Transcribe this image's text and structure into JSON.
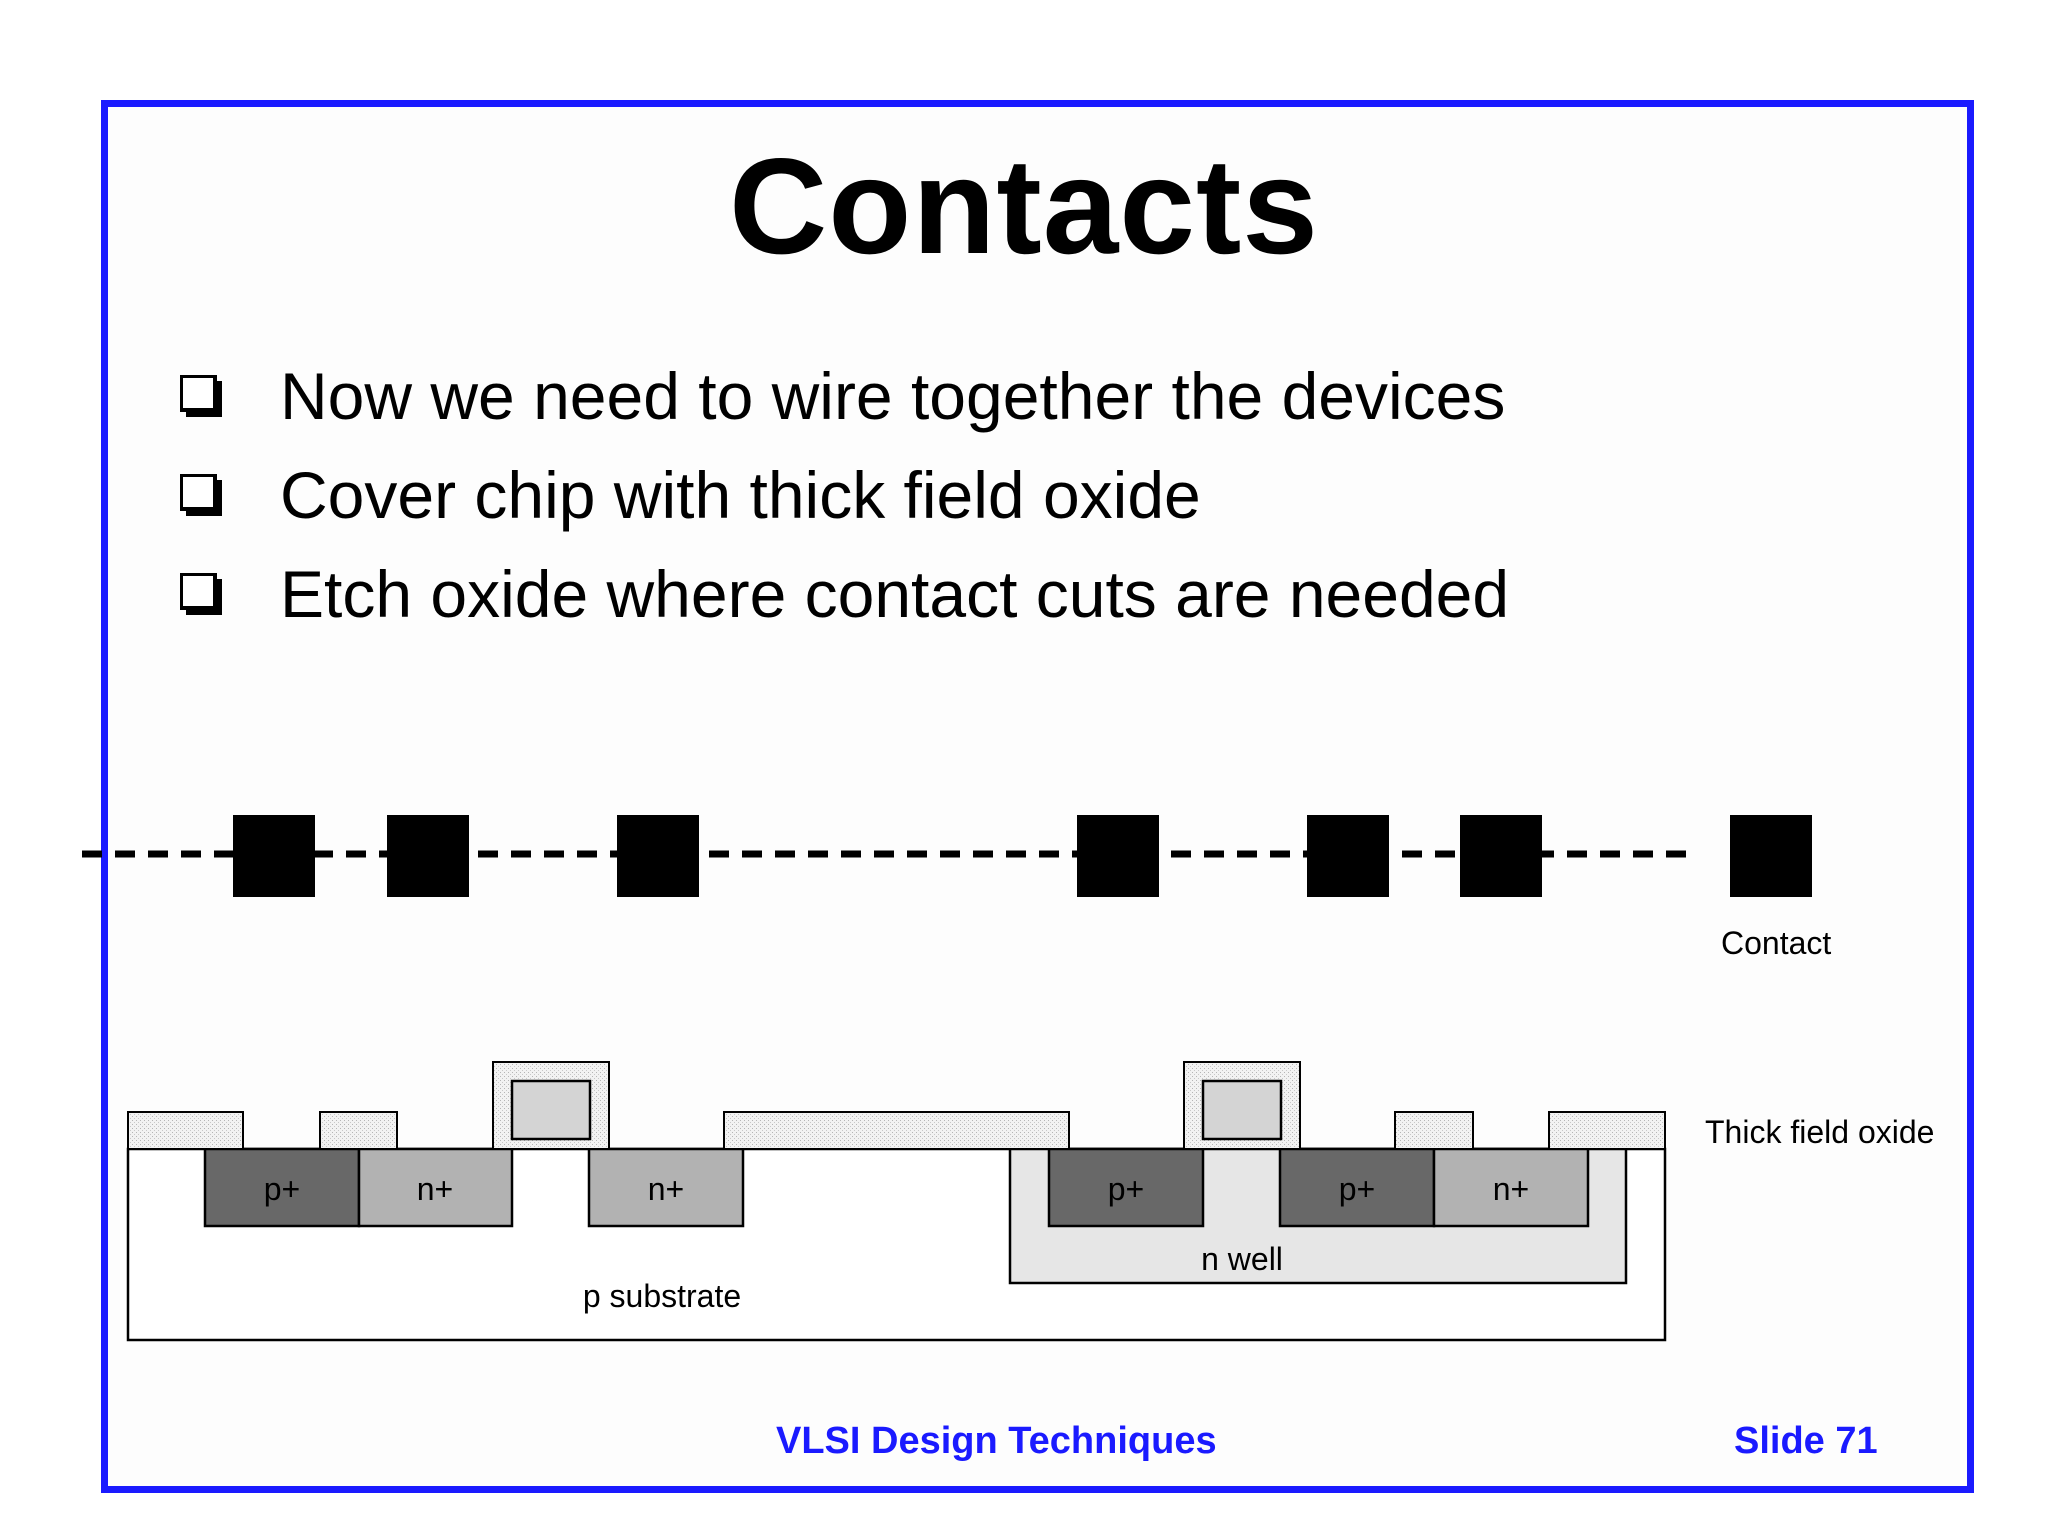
{
  "slide": {
    "title": "Contacts",
    "bullets": [
      "Now we need to wire together the devices",
      "Cover chip with thick field oxide",
      "Etch oxide where contact cuts are needed"
    ],
    "footer_center": "VLSI Design Techniques",
    "footer_right": "Slide 71"
  },
  "diagram": {
    "contact_legend": "Contact",
    "oxide_legend": "Thick field oxide",
    "substrate": "p substrate",
    "well": "n well",
    "diffusions": [
      "p+",
      "n+",
      "n+",
      "p+",
      "p+",
      "n+"
    ]
  },
  "colors": {
    "border": "#1a1aff",
    "footer": "#1a1aff",
    "p_plus": "#686868",
    "n_plus": "#b2b2b2",
    "n_well": "#e6e6e6",
    "oxide": "#eeeeee",
    "contact": "#000000"
  }
}
